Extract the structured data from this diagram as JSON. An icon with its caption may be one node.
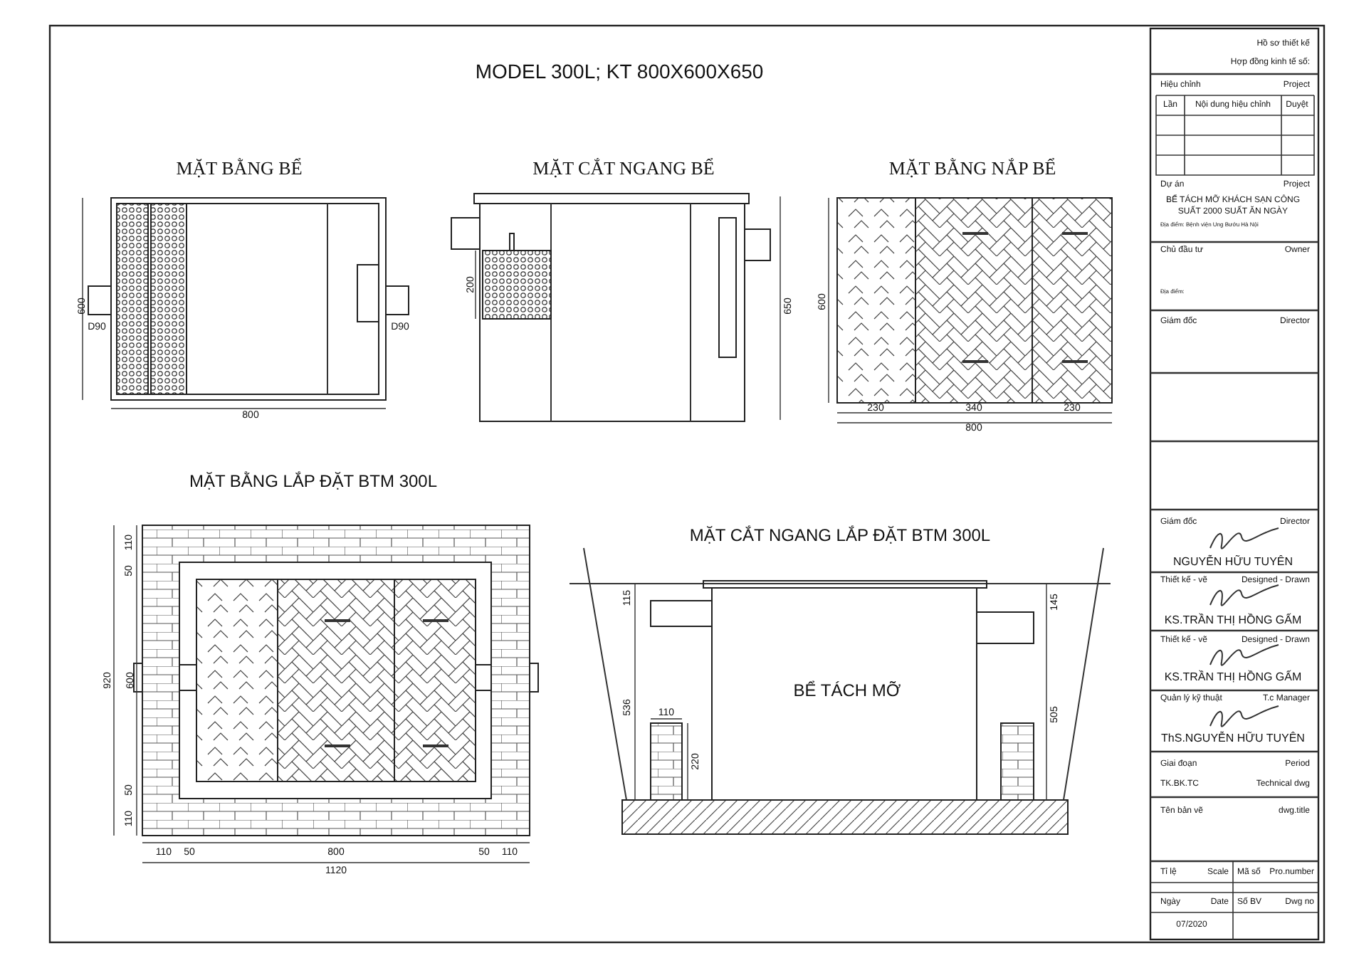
{
  "diagram": {
    "title": "MODEL 300L; KT 800X600X650",
    "labels": [
      "MẶT BẰNG BỂ",
      "MẶT CẮT NGANG BỂ",
      "MẶT BẰNG NẮP BỂ",
      "600",
      "D90",
      "D90",
      "800",
      "200",
      "650",
      "600",
      "230",
      "340",
      "230",
      "800",
      "MẶT BẰNG LẮP ĐẶT BTM 300L",
      "MẶT CẮT NGANG LẮP ĐẶT BTM 300L",
      "110",
      "50",
      "920",
      "600",
      "50",
      "110",
      "110",
      "50",
      "800",
      "50",
      "110",
      "1120",
      "115",
      "536",
      "110",
      "220",
      "145",
      "505",
      "BỂ TÁCH MỠ",
      "Hồ sơ thiết kế",
      "Hợp đồng kinh tế số:",
      "Hiệu chỉnh",
      "Project",
      "Lần",
      "Nội dung hiệu chỉnh",
      "Duyệt",
      "Dự án",
      "Project",
      "BỂ TÁCH MỠ KHÁCH SẠN CÔNG SUẤT 2000 SUẤT ĂN NGÀY",
      "Địa điểm: Bệnh viện Ung Bướu Hà Nội",
      "Chủ đầu tư",
      "Owner",
      "Địa điểm:",
      "Giám đốc",
      "Director",
      "Giám đốc",
      "Director",
      "NGUYỄN HỮU TUYÊN",
      "Thiết kế - vẽ",
      "Designed - Drawn",
      "KS.TRẦN THỊ HỒNG GẤM",
      "Thiết kế - vẽ",
      "Designed - Drawn",
      "KS.TRẦN THỊ HỒNG GẤM",
      "Quản lý kỹ thuật",
      "T.c Manager",
      "ThS.NGUYỄN HỮU TUYÊN",
      "Giai đoạn",
      "Period",
      "TK.BK.TC",
      "Technical dwg",
      "Tên bản vẽ",
      "dwg.title",
      "Tỉ lệ",
      "Scale",
      "Mã số",
      "Pro.number",
      "Ngày",
      "Date",
      "Số BV",
      "Dwg no",
      "07/2020"
    ]
  }
}
